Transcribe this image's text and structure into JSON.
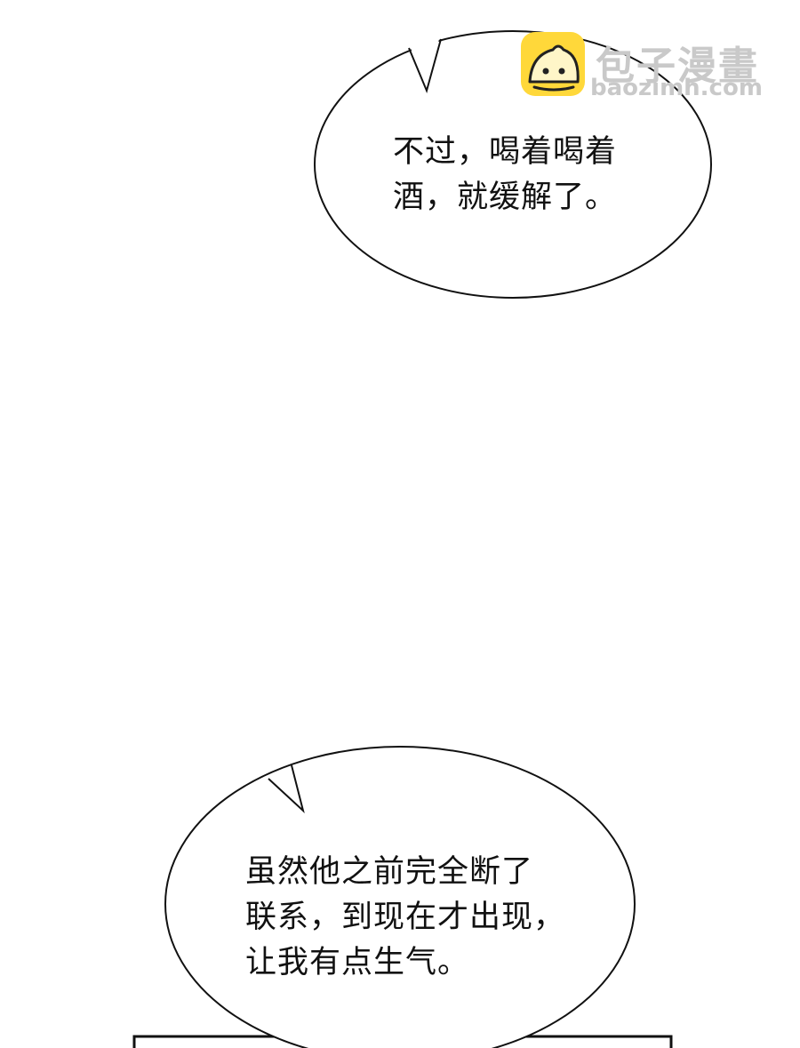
{
  "bubbles": [
    {
      "lines": [
        "不过，喝着喝着",
        "酒，就缓解了。"
      ]
    },
    {
      "lines": [
        "虽然他之前完全断了",
        "联系，到现在才出现，",
        "让我有点生气。"
      ]
    }
  ],
  "watermark": {
    "name": "包子漫畫",
    "url": "baozimh.com",
    "logo_color": "#ffd83a"
  }
}
